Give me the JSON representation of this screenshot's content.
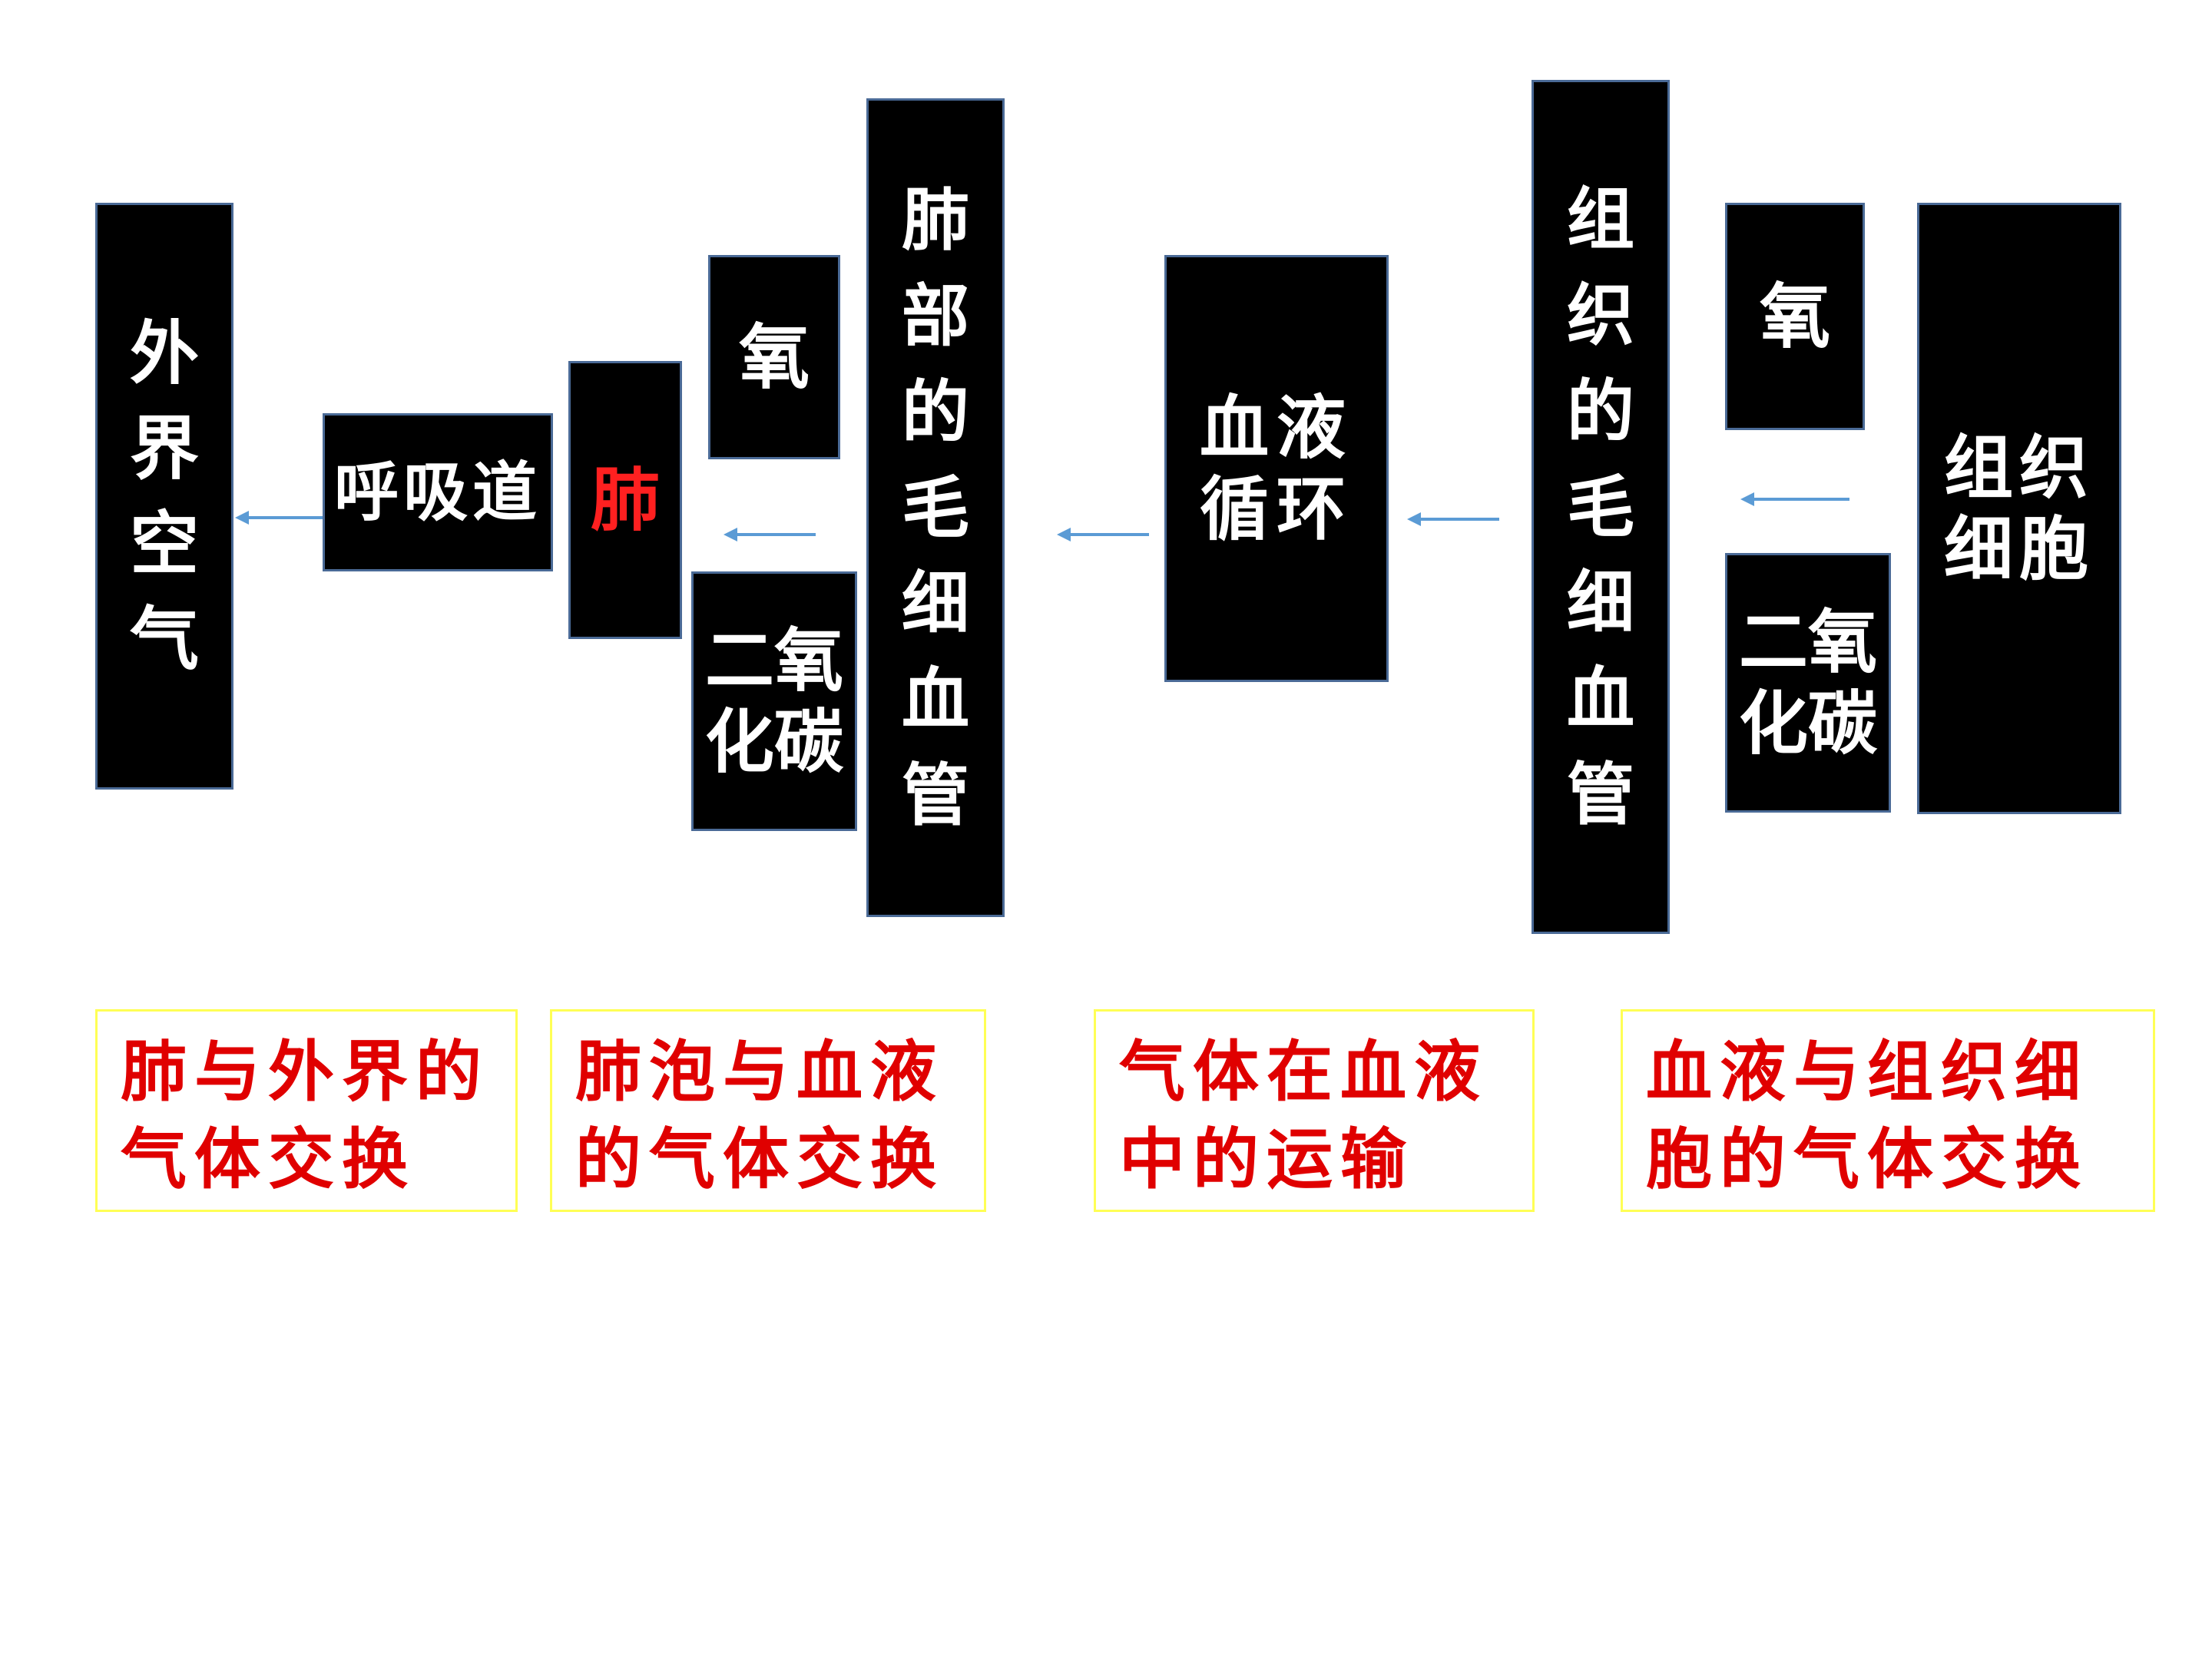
{
  "nodes": {
    "outside_air": "外界空气",
    "airway": "呼吸道",
    "lung": "肺",
    "oxygen_left": "氧",
    "co2_left": "二氧化碳",
    "pulmonary_capillary": "肺部的毛细血管",
    "blood_circulation": "血液循环",
    "tissue_capillary": "组织的毛细血管",
    "oxygen_right": "氧",
    "co2_right": "二氧化碳",
    "tissue_cells": "组织细胞"
  },
  "labels": {
    "lung_external_exchange": "肺与外界的气体交换",
    "alveolar_blood_exchange": "肺泡与血液的气体交换",
    "gas_transport_in_blood": "气体在血液中的运输",
    "blood_tissue_exchange": "血液与组织细胞的气体交换"
  },
  "colors": {
    "box_fill": "#000000",
    "box_border": "#4a6a96",
    "box_text": "#ffffff",
    "highlight_text": "#ff2020",
    "label_text": "#e00000",
    "label_border": "#ffff55",
    "arrow": "#5b9bd5"
  }
}
